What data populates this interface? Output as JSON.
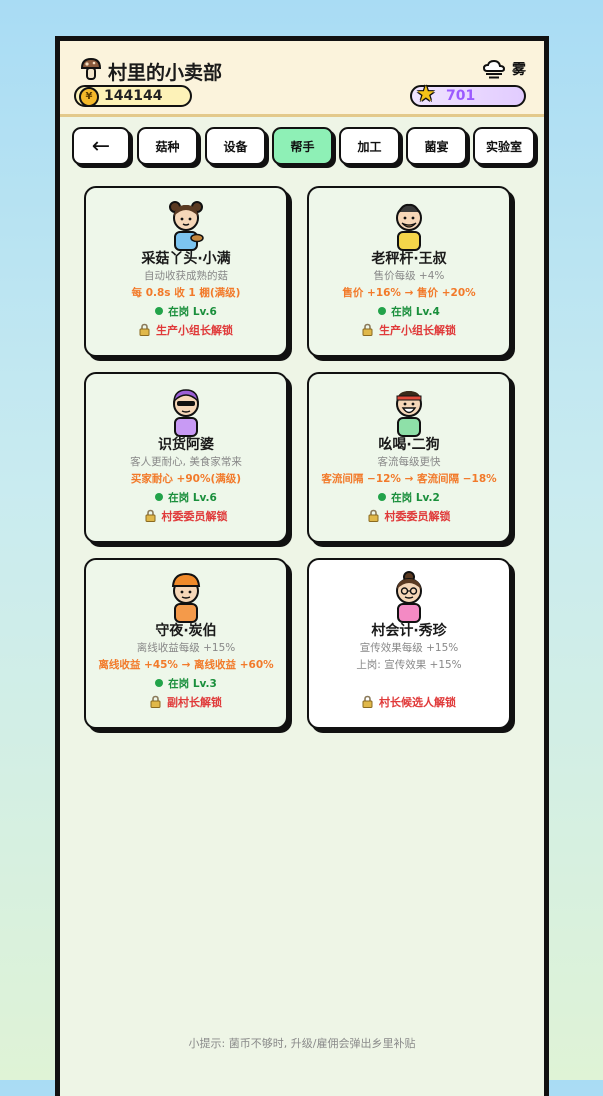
{
  "header": {
    "title": "村里的小卖部",
    "weather_label": "雾",
    "coins": "144144",
    "stars": "701"
  },
  "tabs": [
    {
      "label": "←"
    },
    {
      "label": "菇种"
    },
    {
      "label": "设备"
    },
    {
      "label": "帮手"
    },
    {
      "label": "加工"
    },
    {
      "label": "菌宴"
    },
    {
      "label": "实验室"
    }
  ],
  "active_tab": "帮手",
  "helpers": [
    {
      "name": "采菇丫头·小满",
      "desc": "自动收获成熟的菇",
      "effect": "每 0.8s 收 1 棚(满级)",
      "status": "在岗 Lv.6",
      "unlock": "生产小组长解锁"
    },
    {
      "name": "老秤杆·王叔",
      "desc": "售价每级 +4%",
      "effect": "售价 +16% → 售价 +20%",
      "status": "在岗 Lv.4",
      "unlock": "生产小组长解锁"
    },
    {
      "name": "识货阿婆",
      "desc": "客人更耐心, 美食家常来",
      "effect": "买家耐心 +90%(满级)",
      "status": "在岗 Lv.6",
      "unlock": "村委委员解锁"
    },
    {
      "name": "吆喝·二狗",
      "desc": "客流每级更快",
      "effect": "客流间隔 −12% → 客流间隔 −18%",
      "status": "在岗 Lv.2",
      "unlock": "村委委员解锁"
    },
    {
      "name": "守夜·炭伯",
      "desc": "离线收益每级 +15%",
      "effect": "离线收益 +45% → 离线收益 +60%",
      "status": "在岗 Lv.3",
      "unlock": "副村长解锁"
    },
    {
      "name": "村会计·秀珍",
      "desc": "宣传效果每级 +15%",
      "effect": "上岗: 宣传效果 +15%",
      "status": "",
      "unlock": "村长候选人解锁"
    }
  ],
  "hint": "小提示: 菌币不够时, 升级/雇佣会弹出乡里补贴",
  "colors": {
    "active_tab": "#8ef0b6",
    "effect": "#f27a2a",
    "status": "#1a8f3c",
    "unlock": "#e03a3a"
  }
}
